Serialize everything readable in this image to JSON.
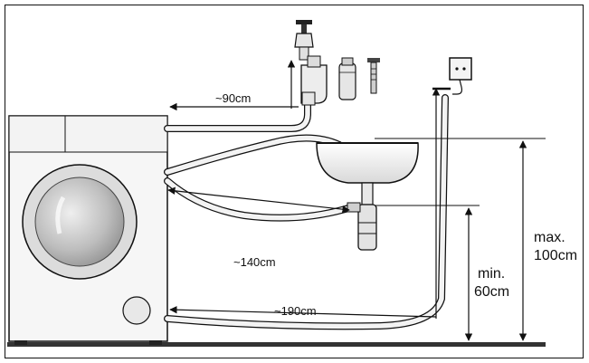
{
  "labels": {
    "tap_distance": "~90cm",
    "sink_distance": "~140cm",
    "floor_distance": "~190cm",
    "min_height": "min.",
    "min_height_value": "60cm",
    "max_height": "max.",
    "max_height_value": "100cm"
  },
  "colors": {
    "line": "#111111",
    "hose_fill": "#f2f2f2",
    "machine_fill": "#f5f5f5",
    "door_fill": "#d6d6d6",
    "door_glass": "#bcbcbc",
    "floor": "#333333"
  }
}
